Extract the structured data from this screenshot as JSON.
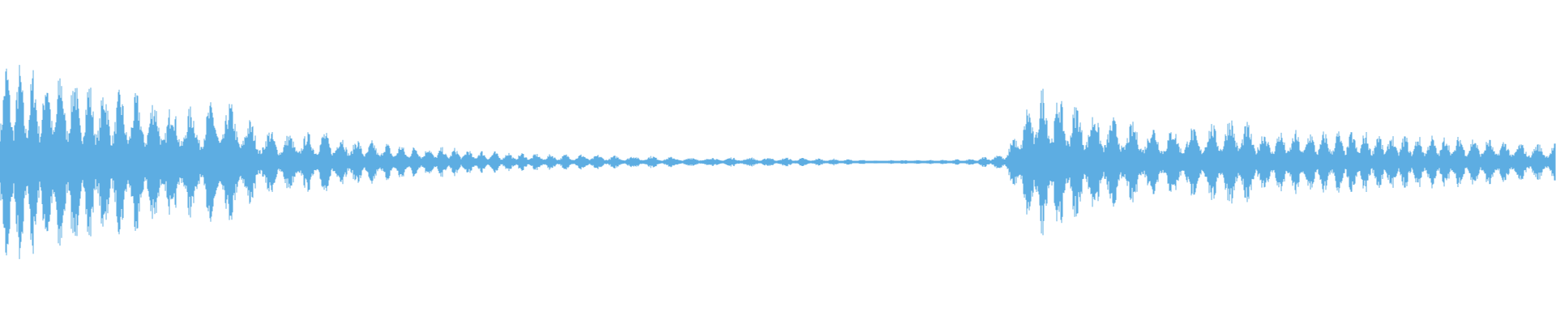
{
  "waveform": {
    "color": "#5dade2",
    "background": "#ffffff",
    "amplitude_envelope": [
      0.66,
      0.6,
      0.6,
      0.5,
      0.45,
      0.4,
      0.35,
      0.4,
      0.22,
      0.18,
      0.2,
      0.15,
      0.12,
      0.1,
      0.09,
      0.07,
      0.06,
      0.05,
      0.05,
      0.04,
      0.04,
      0.03,
      0.03,
      0.03,
      0.03,
      0.025,
      0.02,
      0.01,
      0.015,
      0.015,
      0.02,
      0.06,
      0.5,
      0.4,
      0.3,
      0.25,
      0.22,
      0.22,
      0.3,
      0.2,
      0.2,
      0.2,
      0.2,
      0.18,
      0.17,
      0.17,
      0.15,
      0.12
    ]
  }
}
